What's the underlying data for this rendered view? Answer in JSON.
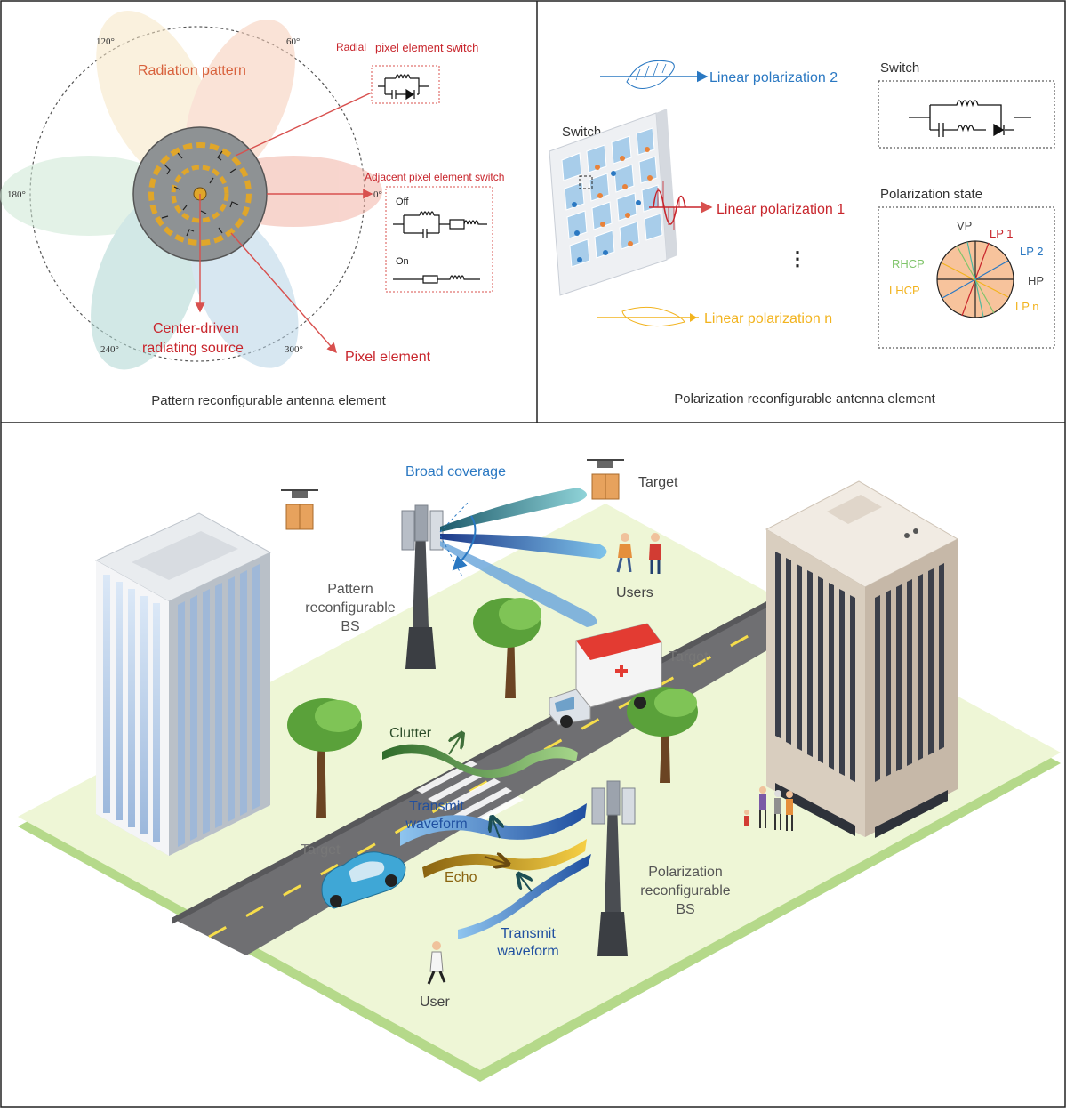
{
  "panel_a": {
    "caption": "Pattern reconfigurable antenna element",
    "title": "Radiation pattern",
    "angles": {
      "a120": "120°",
      "a60": "60°",
      "a180": "180°",
      "a0": "0°",
      "a240": "240°",
      "a300": "300°"
    },
    "radial_switch": {
      "prefix": "Radial",
      "label": "pixel element switch"
    },
    "adjacent_switch": {
      "label": "Adjacent pixel element switch",
      "off": "Off",
      "on": "On"
    },
    "source_label": [
      "Center-driven",
      "radiating source"
    ],
    "pixel_label": "Pixel element"
  },
  "panel_b": {
    "caption": "Polarization reconfigurable antenna element",
    "switch_left": "Switch",
    "lp2": "Linear polarization 2",
    "lp1": "Linear polarization 1",
    "lpn": "Linear polarization n",
    "ellipsis": "⋮",
    "switch_box_title": "Switch",
    "state_title": "Polarization state",
    "states": {
      "vp": "VP",
      "lp1": "LP 1",
      "lp2": "LP 2",
      "rhcp": "RHCP",
      "hp": "HP",
      "lhcp": "LHCP",
      "lpn": "LP n"
    }
  },
  "scene": {
    "broad_coverage": "Broad coverage",
    "target_drone": "Target",
    "users": "Users",
    "pattern_bs": [
      "Pattern",
      "reconfigurable",
      "BS"
    ],
    "target_ambulance": "Target",
    "clutter": "Clutter",
    "transmit_1": [
      "Transmit",
      "waveform"
    ],
    "target_car": "Target",
    "echo": "Echo",
    "polarization_bs": [
      "Polarization",
      "reconfigurable",
      "BS"
    ],
    "transmit_2": [
      "Transmit",
      "waveform"
    ],
    "user": "User"
  },
  "colors": {
    "red": "#c8252c",
    "blue": "#2a78c2",
    "yellow": "#f2b31e",
    "green_lp": "#7fc46a",
    "grass": "#eef6d6",
    "grass_edge": "#b5d98a",
    "road": "#6f6f72"
  }
}
